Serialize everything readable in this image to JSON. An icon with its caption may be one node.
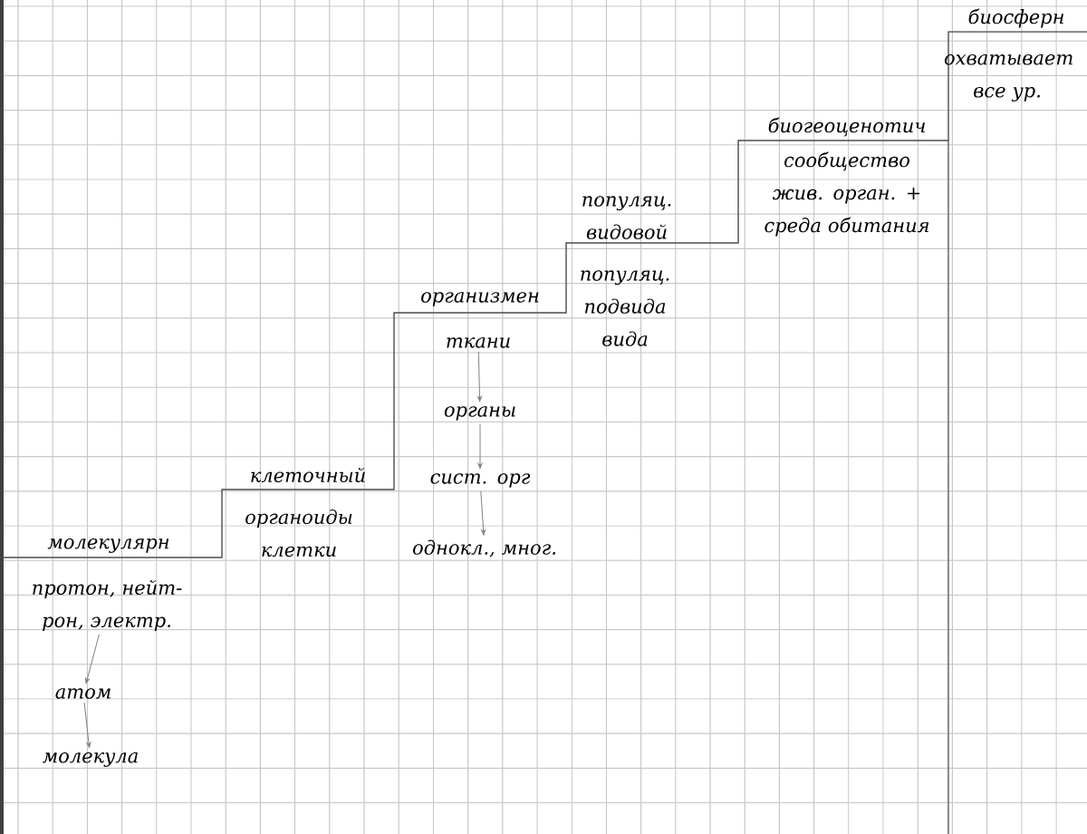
{
  "diagram": {
    "nodes": [
      {
        "text": [
          "молекулярн"
        ]
      },
      {
        "text": [
          "протон, нейт- рон, электр."
        ]
      },
      {
        "text": [
          "атом"
        ]
      },
      {
        "text": [
          "молекула"
        ]
      },
      {
        "text": [
          "клеточный"
        ]
      },
      {
        "text": [
          "органоиды клетки"
        ]
      },
      {
        "text": [
          "организмен"
        ]
      },
      {
        "text": [
          "ткани"
        ]
      },
      {
        "text": [
          "органы"
        ]
      },
      {
        "text": [
          "сист. орг"
        ]
      },
      {
        "text": [
          "однокл., мног."
        ]
      },
      {
        "text": [
          "популяц. видовой"
        ]
      },
      {
        "text": [
          "популяц. подвида вида"
        ]
      },
      {
        "text": [
          "биогеоценотич"
        ]
      },
      {
        "text": [
          "сообщество жив. орган. + среда обитания"
        ]
      },
      {
        "text": [
          "биосферн"
        ]
      },
      {
        "text": [
          "охватывает все ур."
        ]
      }
    ],
    "edges": [
      {
        "from": 1,
        "to": 2,
        "arrow": "to"
      },
      {
        "from": 2,
        "to": 3,
        "arrow": "to"
      },
      {
        "from": 7,
        "to": 8,
        "arrow": "to"
      },
      {
        "from": 8,
        "to": 9,
        "arrow": "to"
      },
      {
        "from": 9,
        "to": 10,
        "arrow": "to"
      }
    ]
  }
}
